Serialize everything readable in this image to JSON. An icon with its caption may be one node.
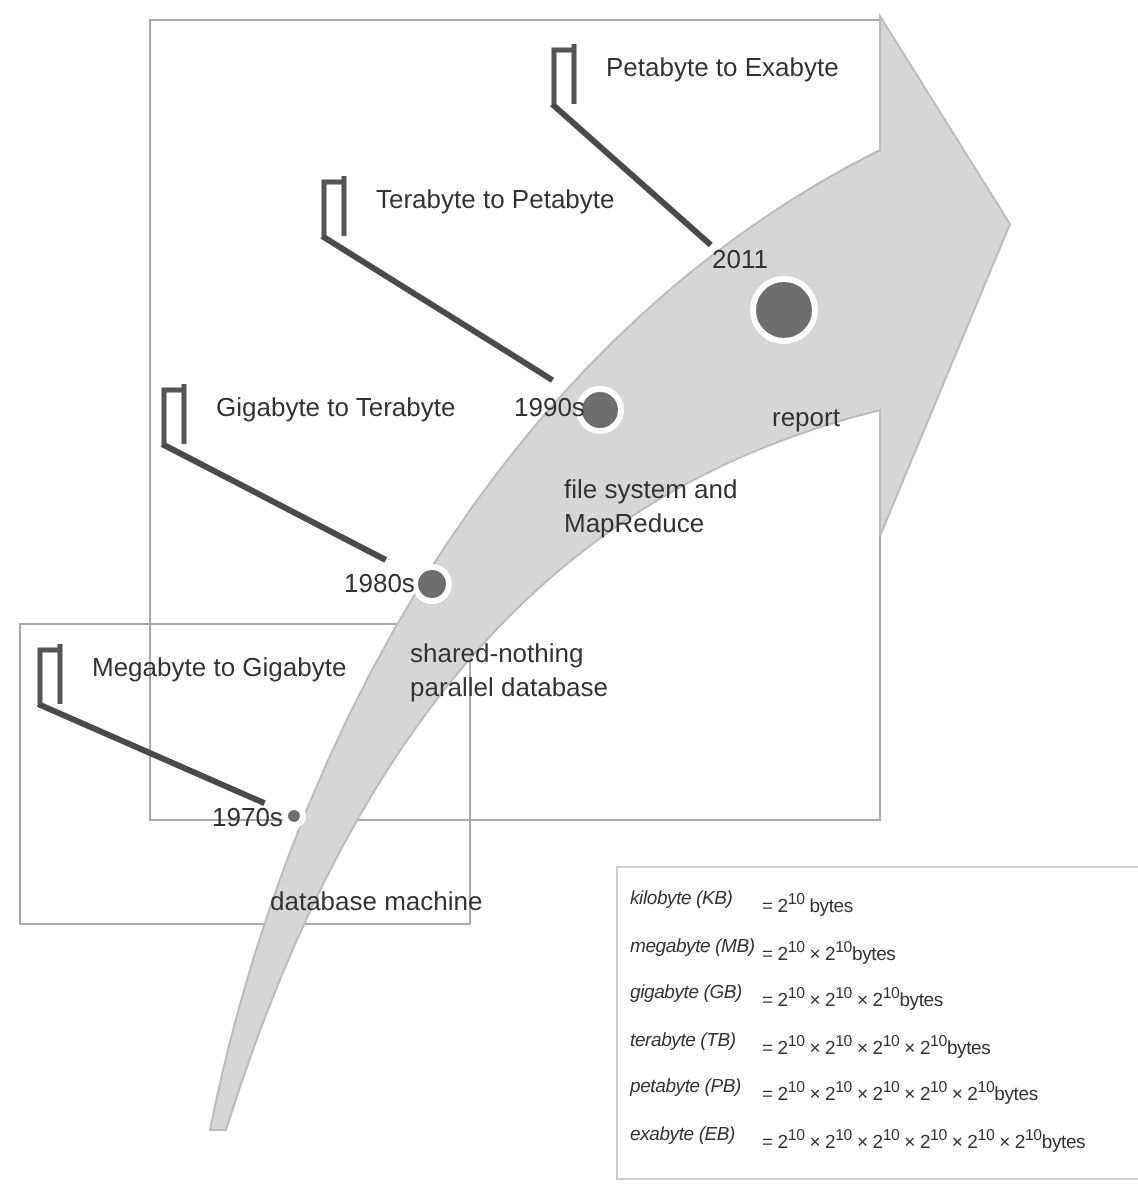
{
  "diagram": {
    "nodes": [
      {
        "text": [
          "Megabyte to Gigabyte"
        ]
      },
      {
        "text": [],
        "shape": "circle",
        "beside": [
          "1970s",
          "database machine"
        ]
      },
      {
        "text": [
          "Gigabyte to Terabyte"
        ]
      },
      {
        "text": [],
        "shape": "circle",
        "beside": [
          "1980s",
          "shared-nothing parallel database"
        ]
      },
      {
        "text": [
          "Terabyte to Petabyte"
        ]
      },
      {
        "text": [],
        "shape": "circle",
        "beside": [
          "1990s",
          "file system and MapReduce"
        ]
      },
      {
        "text": [
          "Petabyte to Exabyte"
        ]
      },
      {
        "text": [],
        "shape": "circle",
        "beside": [
          "2011",
          "report"
        ]
      }
    ],
    "edges": [
      {
        "from": 0,
        "to": 1,
        "arrow": "none"
      },
      {
        "from": 2,
        "to": 3,
        "arrow": "none"
      },
      {
        "from": 4,
        "to": 5,
        "arrow": "none"
      },
      {
        "from": 6,
        "to": 7,
        "arrow": "none"
      }
    ],
    "labels": [
      "kilobyte (KB)",
      "= 2$^{10}$ bytes",
      "megabyte (MB)",
      "= 2$^{10}$ × 2$^{10}$bytes",
      "gigabyte (GB)",
      "= 2$^{10}$ × 2$^{10}$ × 2$^{10}$bytes",
      "terabyte (TB)",
      "= 2$^{10}$ × 2$^{10}$ × 2$^{10}$ × 2$^{10}$bytes",
      "petabyte (PB)",
      "= 2$^{10}$ × 2$^{10}$ × 2$^{10}$ × 2$^{10}$ × 2$^{10}$bytes",
      "exabyte (EB)",
      "= 2$^{10}$ × 2$^{10}$ × 2$^{10}$ × 2$^{10}$ × 2$^{10}$ × 2$^{10}$bytes"
    ]
  }
}
